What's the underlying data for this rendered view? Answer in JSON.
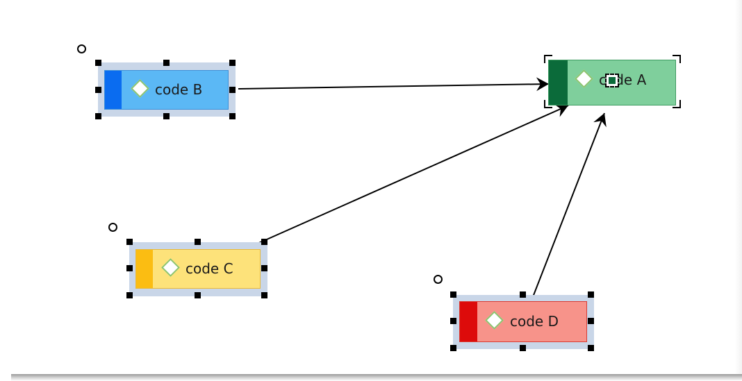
{
  "nodes": {
    "a": {
      "label": "code A",
      "fill": "#7fcf9c",
      "border": "#3c9a5f",
      "accent": "#0b6b3a"
    },
    "b": {
      "label": "code B",
      "fill": "#5bb8f5",
      "border": "#3b8fd8",
      "accent": "#0a6cf0"
    },
    "c": {
      "label": "code C",
      "fill": "#fde27a",
      "border": "#e8b93a",
      "accent": "#fbbd12"
    },
    "d": {
      "label": "code D",
      "fill": "#f7938a",
      "border": "#d83a32",
      "accent": "#dd0b0b"
    }
  },
  "edges": [
    {
      "from": "code B",
      "to": "code A"
    },
    {
      "from": "code C",
      "to": "code A"
    },
    {
      "from": "code D",
      "to": "code A"
    }
  ],
  "colors": {
    "selection_frame": "#c9d6e8",
    "handle": "#000000",
    "edge": "#000000"
  }
}
